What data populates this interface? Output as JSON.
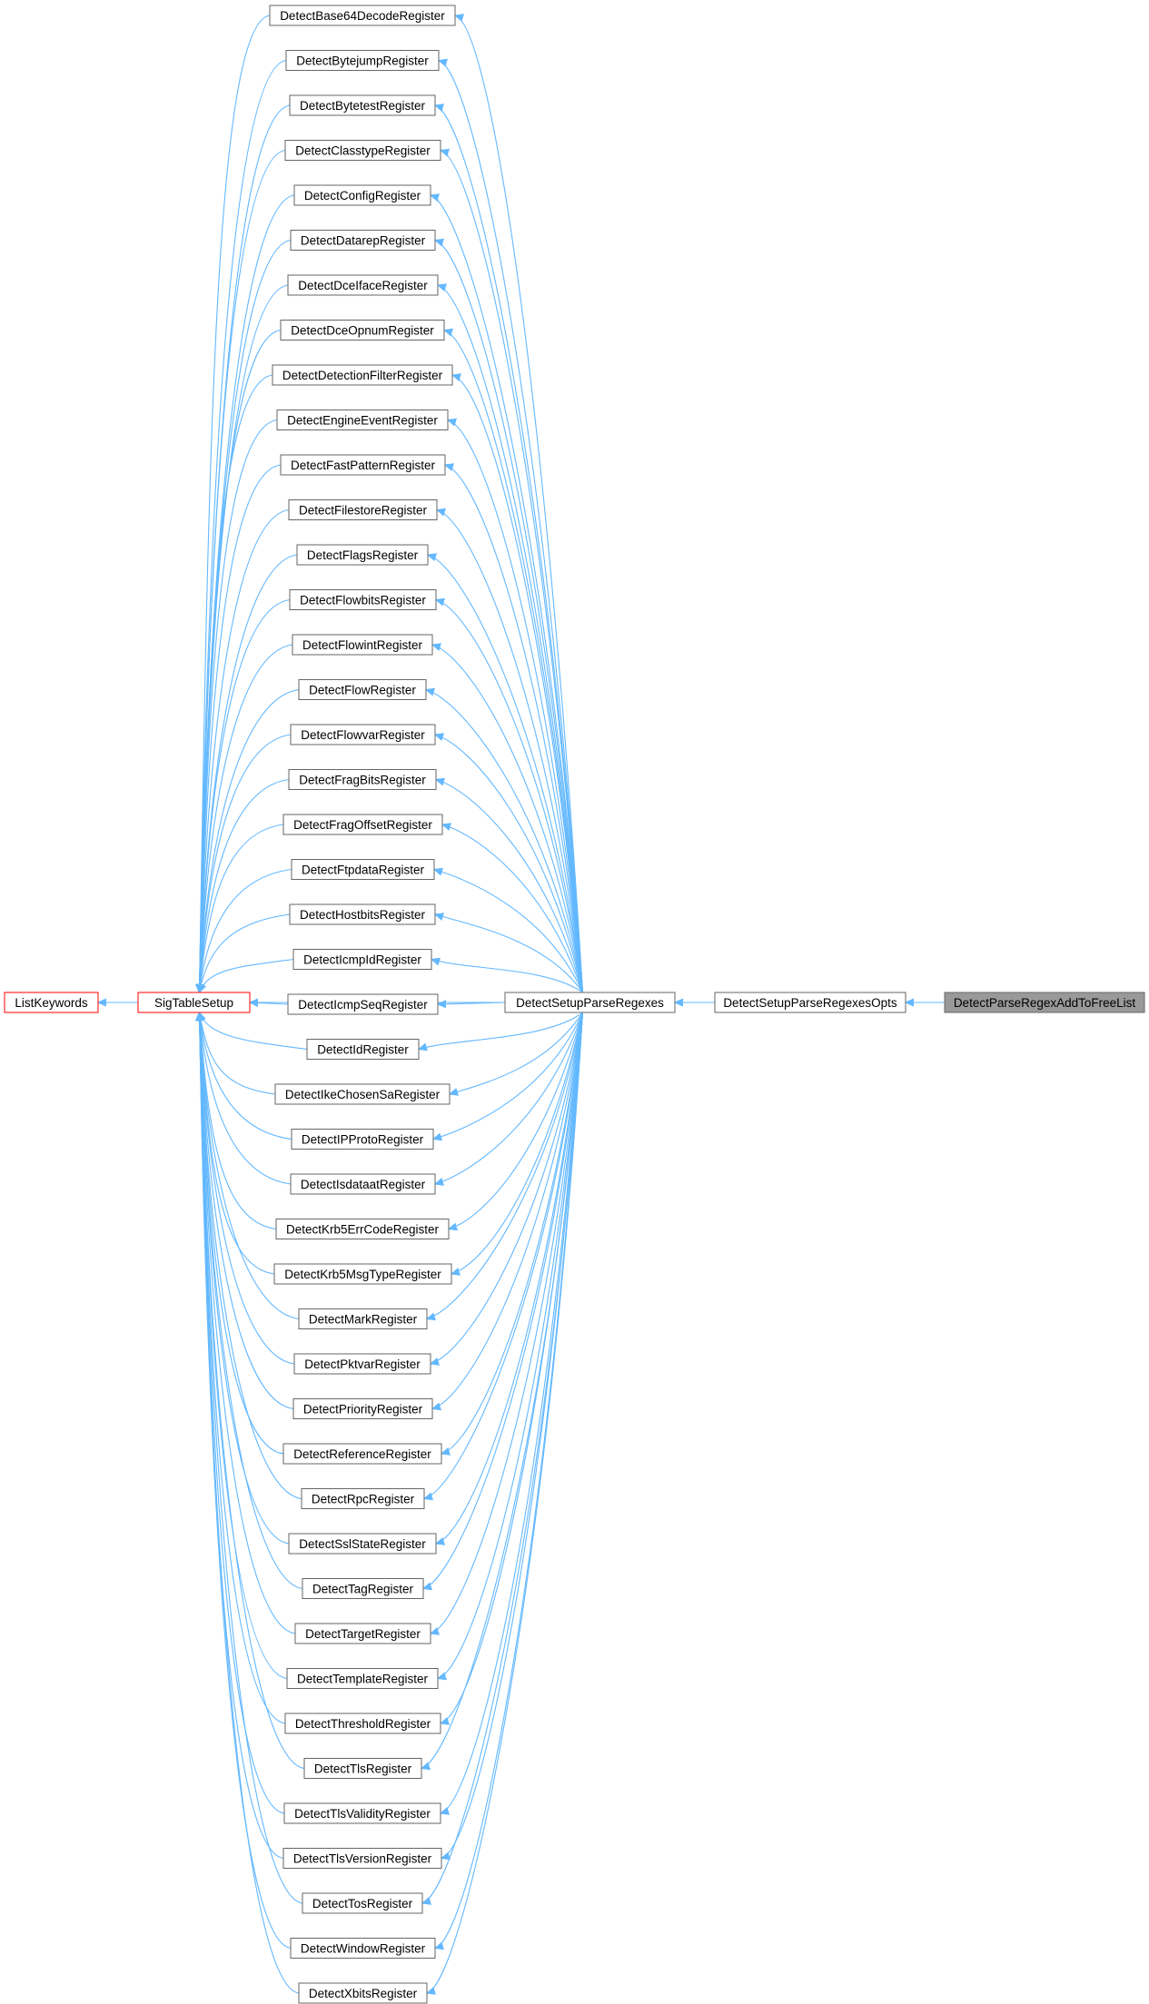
{
  "graph": {
    "colors": {
      "edge": "#63b8ff",
      "node_border": "#666666",
      "focus_fill": "#999999",
      "truncated_border": "#ff0000",
      "node_fill": "#ffffff"
    },
    "focus_node": "DetectParseRegexAddToFreeList",
    "chain": [
      "ListKeywords",
      "SigTableSetup",
      "DetectSetupParseRegexes",
      "DetectSetupParseRegexesOpts",
      "DetectParseRegexAddToFreeList"
    ],
    "truncated_nodes": [
      "ListKeywords",
      "SigTableSetup"
    ],
    "register_functions": [
      "DetectBase64DecodeRegister",
      "DetectBytejumpRegister",
      "DetectBytetestRegister",
      "DetectClasstypeRegister",
      "DetectConfigRegister",
      "DetectDatarepRegister",
      "DetectDceIfaceRegister",
      "DetectDceOpnumRegister",
      "DetectDetectionFilterRegister",
      "DetectEngineEventRegister",
      "DetectFastPatternRegister",
      "DetectFilestoreRegister",
      "DetectFlagsRegister",
      "DetectFlowbitsRegister",
      "DetectFlowintRegister",
      "DetectFlowRegister",
      "DetectFlowvarRegister",
      "DetectFragBitsRegister",
      "DetectFragOffsetRegister",
      "DetectFtpdataRegister",
      "DetectHostbitsRegister",
      "DetectIcmpIdRegister",
      "DetectIcmpSeqRegister",
      "DetectIdRegister",
      "DetectIkeChosenSaRegister",
      "DetectIPProtoRegister",
      "DetectIsdataatRegister",
      "DetectKrb5ErrCodeRegister",
      "DetectKrb5MsgTypeRegister",
      "DetectMarkRegister",
      "DetectPktvarRegister",
      "DetectPriorityRegister",
      "DetectReferenceRegister",
      "DetectRpcRegister",
      "DetectSslStateRegister",
      "DetectTagRegister",
      "DetectTargetRegister",
      "DetectTemplateRegister",
      "DetectThresholdRegister",
      "DetectTlsRegister",
      "DetectTlsValidityRegister",
      "DetectTlsVersionRegister",
      "DetectTosRegister",
      "DetectWindowRegister",
      "DetectXbitsRegister"
    ]
  }
}
